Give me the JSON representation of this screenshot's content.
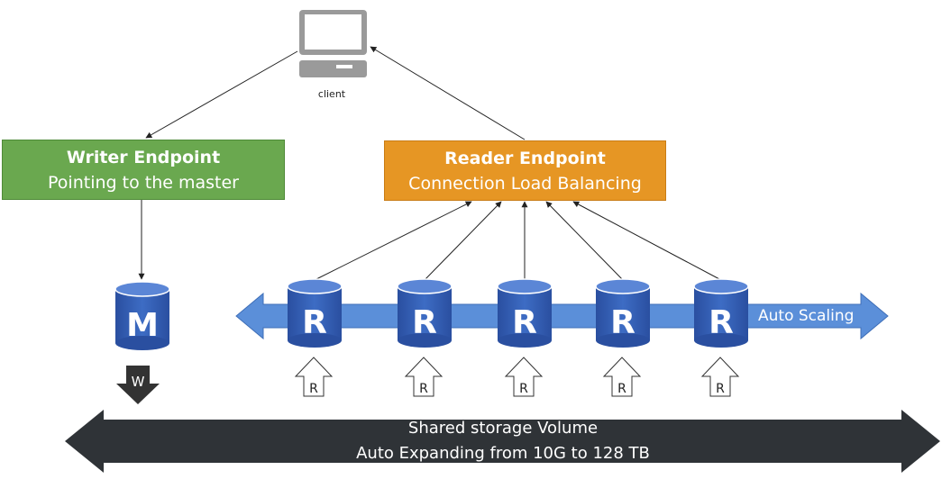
{
  "client": {
    "label": "client",
    "icon": "desktop-computer-icon"
  },
  "writer_endpoint": {
    "title": "Writer Endpoint",
    "subtitle": "Pointing to the master",
    "color": "#6aa84f"
  },
  "reader_endpoint": {
    "title": "Reader Endpoint",
    "subtitle": "Connection Load Balancing",
    "color": "#e69624"
  },
  "master": {
    "letter": "M",
    "write_letter": "W"
  },
  "replicas": [
    {
      "letter": "R",
      "read_letter": "R"
    },
    {
      "letter": "R",
      "read_letter": "R"
    },
    {
      "letter": "R",
      "read_letter": "R"
    },
    {
      "letter": "R",
      "read_letter": "R"
    },
    {
      "letter": "R",
      "read_letter": "R"
    }
  ],
  "auto_scaling": {
    "label": "Auto Scaling",
    "color": "#4a7cc9"
  },
  "storage": {
    "line1": "Shared storage Volume",
    "line2": "Auto Expanding from 10G to 128 TB",
    "color": "#2f3337"
  },
  "colors": {
    "database": "#2e5cb8",
    "database_top": "#4a7bd1"
  }
}
